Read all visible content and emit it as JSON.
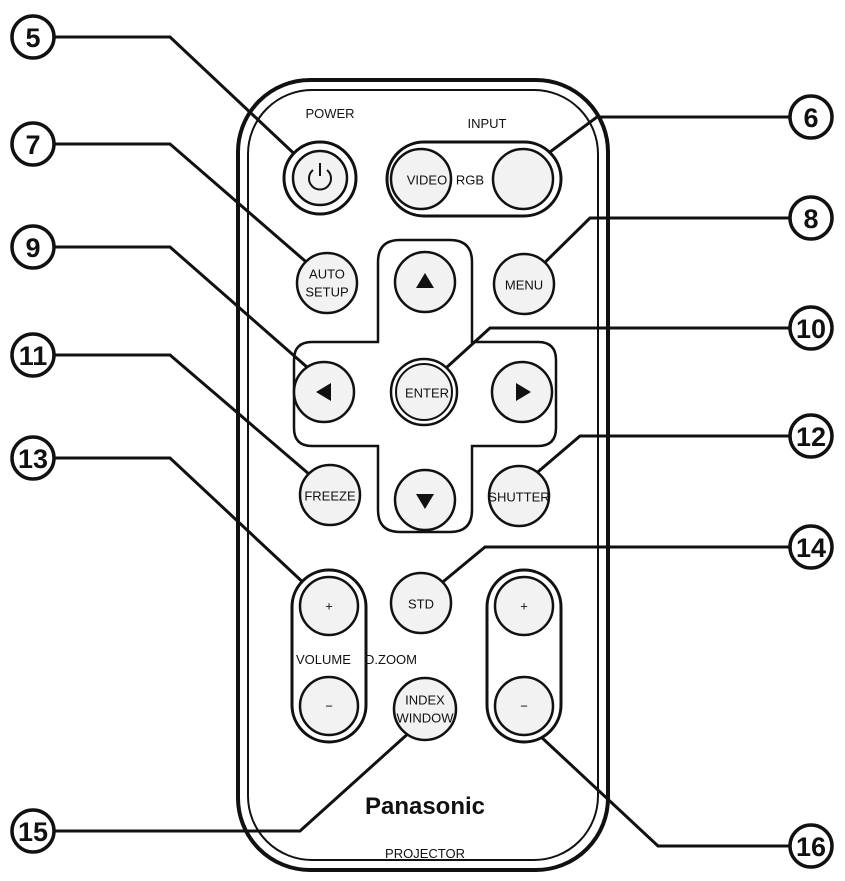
{
  "remote": {
    "power_label": "POWER",
    "input_label": "INPUT",
    "brand": "Panasonic",
    "model": "PROJECTOR",
    "volume_label": "VOLUME",
    "dzoom_label": "D.ZOOM"
  },
  "buttons": {
    "video": "VIDEO",
    "rgb": "RGB",
    "auto_setup_1": "AUTO",
    "auto_setup_2": "SETUP",
    "menu": "MENU",
    "enter": "ENTER",
    "freeze": "FREEZE",
    "shutter": "SHUTTER",
    "std": "STD",
    "index_window_1": "INDEX",
    "index_window_2": "WINDOW",
    "plus": "+",
    "minus": "−"
  },
  "callouts": [
    "5",
    "6",
    "7",
    "8",
    "9",
    "10",
    "11",
    "12",
    "13",
    "14",
    "15",
    "16"
  ],
  "colors": {
    "ink": "#111111",
    "button_face": "#f2f2f2",
    "body": "#ffffff"
  }
}
